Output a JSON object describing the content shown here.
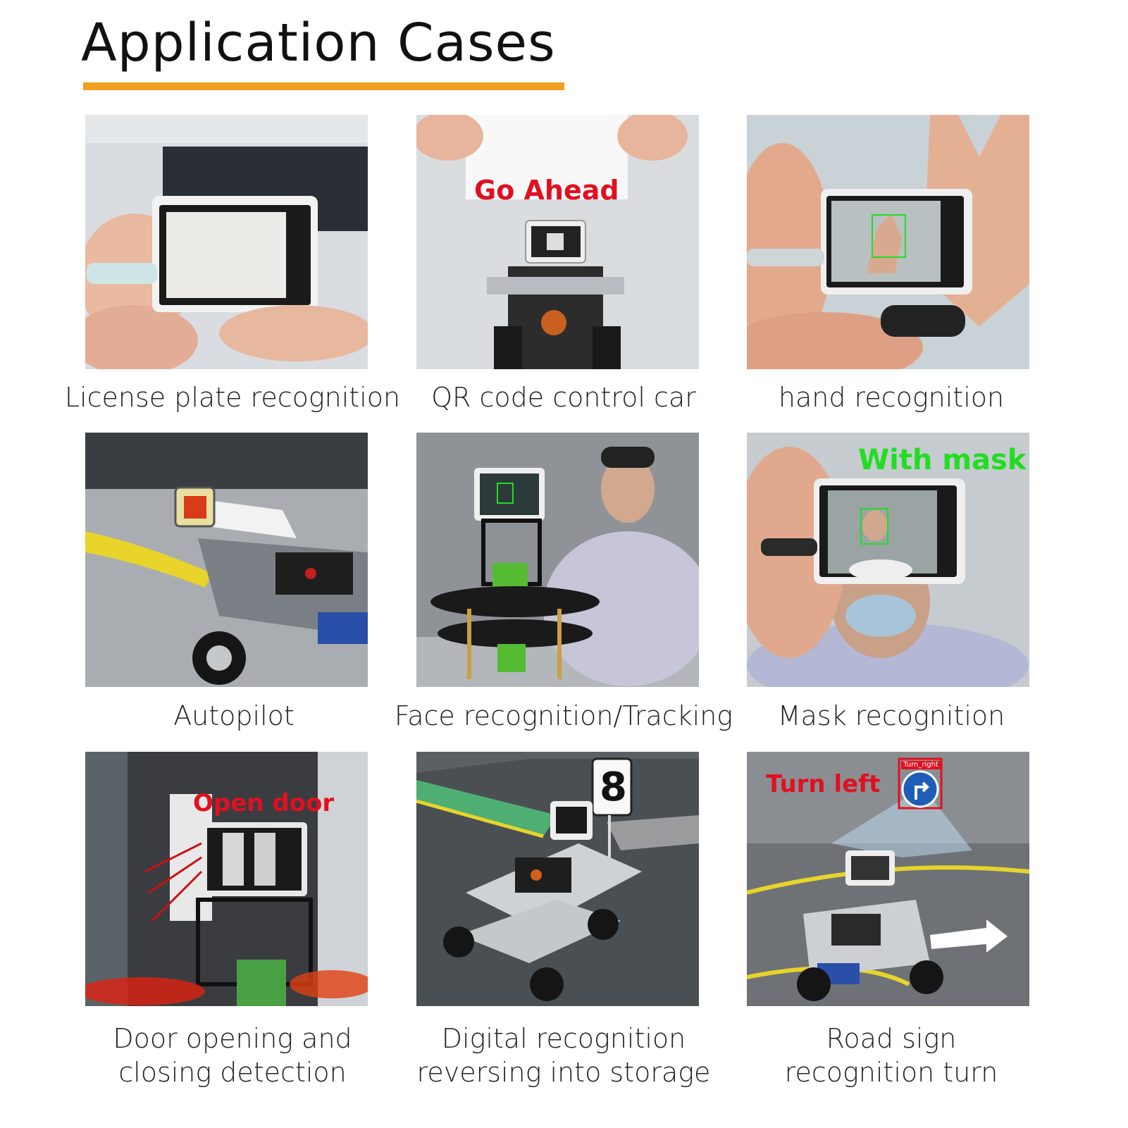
{
  "title": "Application Cases",
  "colors": {
    "accent": "#f0a020",
    "overlay_red": "#e01020",
    "overlay_green": "#22dd22"
  },
  "cases": [
    {
      "caption": "License plate recognition",
      "overlay": ""
    },
    {
      "caption": "QR code control car",
      "overlay": "Go Ahead"
    },
    {
      "caption": "hand recognition",
      "overlay": ""
    },
    {
      "caption": "Autopilot",
      "overlay": ""
    },
    {
      "caption": "Face recognition/Tracking",
      "overlay": ""
    },
    {
      "caption": "Mask recognition",
      "overlay": "With mask"
    },
    {
      "caption_line1": "Door opening and",
      "caption_line2": "closing detection",
      "overlay": "Open door"
    },
    {
      "caption_line1": "Digital recognition",
      "caption_line2": "reversing into storage",
      "overlay": "8"
    },
    {
      "caption_line1": "Road sign",
      "caption_line2": "recognition turn",
      "overlay": "Turn left",
      "sign_label": "Turn_right"
    }
  ]
}
